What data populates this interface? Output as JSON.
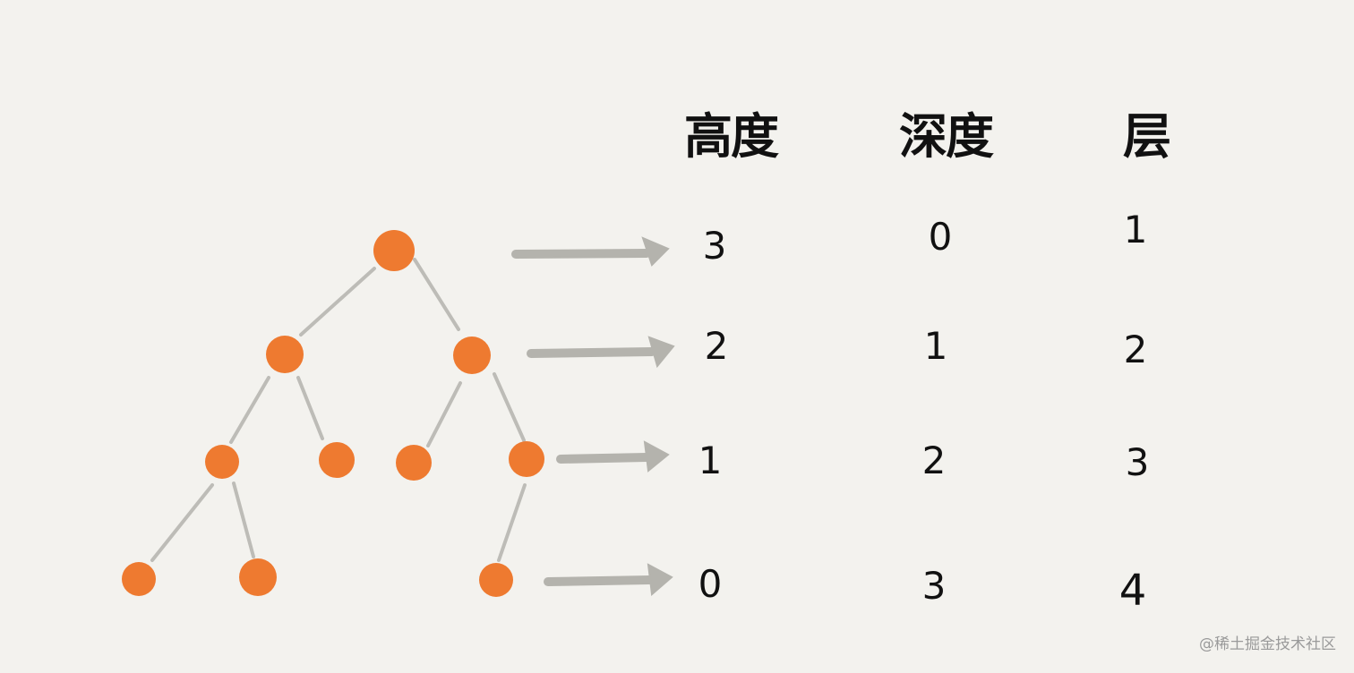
{
  "headers": {
    "height": "高度",
    "depth": "深度",
    "level": "层"
  },
  "rows": [
    {
      "height": "3",
      "depth": "0",
      "level": "1"
    },
    {
      "height": "2",
      "depth": "1",
      "level": "2"
    },
    {
      "height": "1",
      "depth": "2",
      "level": "3"
    },
    {
      "height": "0",
      "depth": "3",
      "level": "4"
    }
  ],
  "colors": {
    "node": "#ee7a30",
    "edge": "#bdbcb7",
    "arrow": "#b4b3ad",
    "background": "#f3f2ee"
  },
  "watermark": "@稀土掘金技术社区"
}
